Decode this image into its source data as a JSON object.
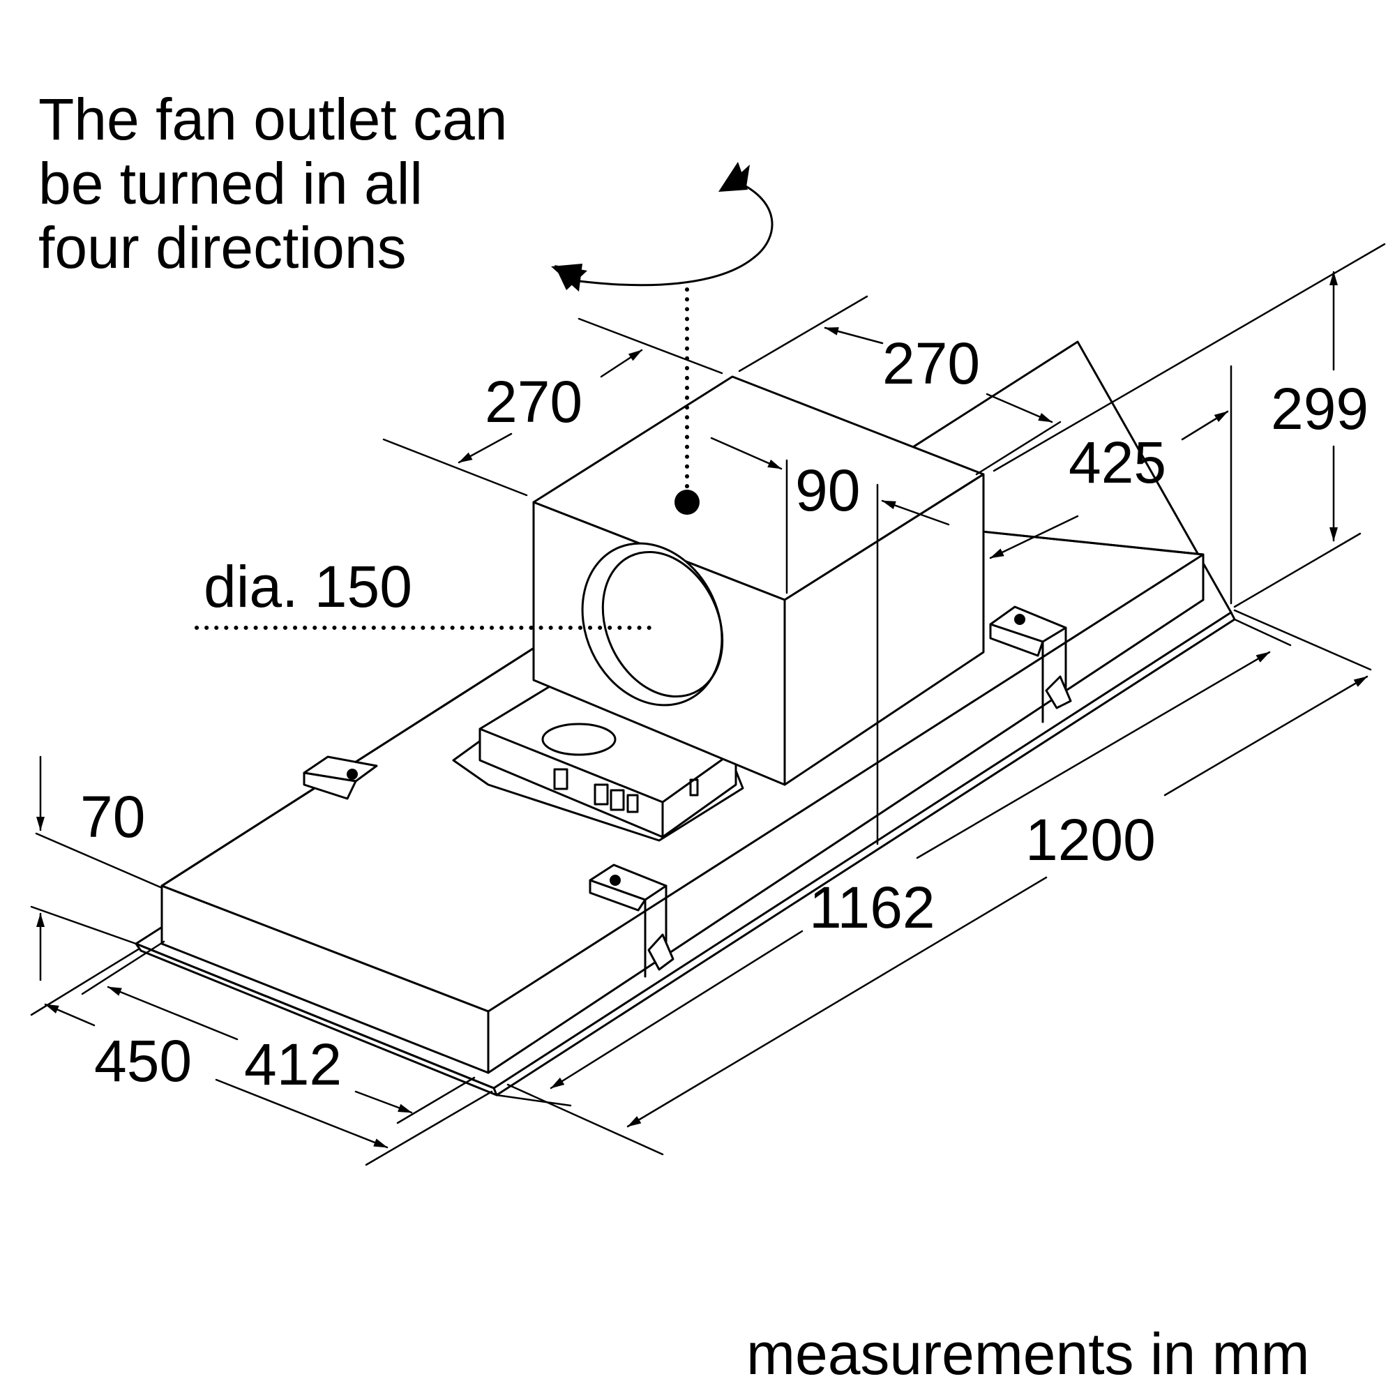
{
  "note": {
    "line1": "The fan outlet can",
    "line2": "be turned in all",
    "line3": "four directions"
  },
  "units_caption": "measurements in mm",
  "dimensions": {
    "fan_width_left": "270",
    "fan_depth_right": "270",
    "outlet_offset": "90",
    "diameter_label": "dia. 150",
    "depth_inner": "425",
    "total_height": "299",
    "base_height": "70",
    "depth_outer": "450",
    "depth_body": "412",
    "length_body": "1162",
    "length_outer": "1200"
  },
  "colors": {
    "ink": "#000000",
    "background": "#ffffff"
  }
}
